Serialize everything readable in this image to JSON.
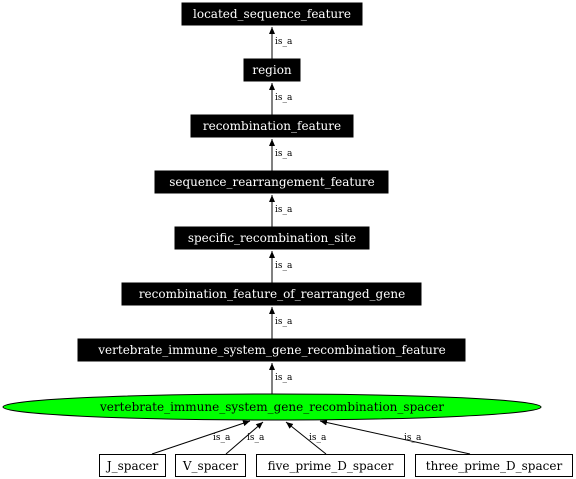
{
  "colors": {
    "dark_node_fill": "#000000",
    "dark_node_text": "#ffffff",
    "highlight_node_fill": "#00ff00",
    "leaf_node_fill": "#ffffff",
    "edge": "#000000"
  },
  "nodes": {
    "located_sequence_feature": "located_sequence_feature",
    "region": "region",
    "recombination_feature": "recombination_feature",
    "sequence_rearrangement_feature": "sequence_rearrangement_feature",
    "specific_recombination_site": "specific_recombination_site",
    "recombination_feature_of_rearranged_gene": "recombination_feature_of_rearranged_gene",
    "vertebrate_immune_system_gene_recombination_feature": "vertebrate_immune_system_gene_recombination_feature",
    "vertebrate_immune_system_gene_recombination_spacer": "vertebrate_immune_system_gene_recombination_spacer",
    "J_spacer": "J_spacer",
    "V_spacer": "V_spacer",
    "five_prime_D_spacer": "five_prime_D_spacer",
    "three_prime_D_spacer": "three_prime_D_spacer"
  },
  "edges": [
    {
      "from": "region",
      "to": "located_sequence_feature",
      "label": "is_a"
    },
    {
      "from": "recombination_feature",
      "to": "region",
      "label": "is_a"
    },
    {
      "from": "sequence_rearrangement_feature",
      "to": "recombination_feature",
      "label": "is_a"
    },
    {
      "from": "specific_recombination_site",
      "to": "sequence_rearrangement_feature",
      "label": "is_a"
    },
    {
      "from": "recombination_feature_of_rearranged_gene",
      "to": "specific_recombination_site",
      "label": "is_a"
    },
    {
      "from": "vertebrate_immune_system_gene_recombination_feature",
      "to": "recombination_feature_of_rearranged_gene",
      "label": "is_a"
    },
    {
      "from": "vertebrate_immune_system_gene_recombination_spacer",
      "to": "vertebrate_immune_system_gene_recombination_feature",
      "label": "is_a"
    },
    {
      "from": "J_spacer",
      "to": "vertebrate_immune_system_gene_recombination_spacer",
      "label": "is_a"
    },
    {
      "from": "V_spacer",
      "to": "vertebrate_immune_system_gene_recombination_spacer",
      "label": "is_a"
    },
    {
      "from": "five_prime_D_spacer",
      "to": "vertebrate_immune_system_gene_recombination_spacer",
      "label": "is_a"
    },
    {
      "from": "three_prime_D_spacer",
      "to": "vertebrate_immune_system_gene_recombination_spacer",
      "label": "is_a"
    }
  ]
}
